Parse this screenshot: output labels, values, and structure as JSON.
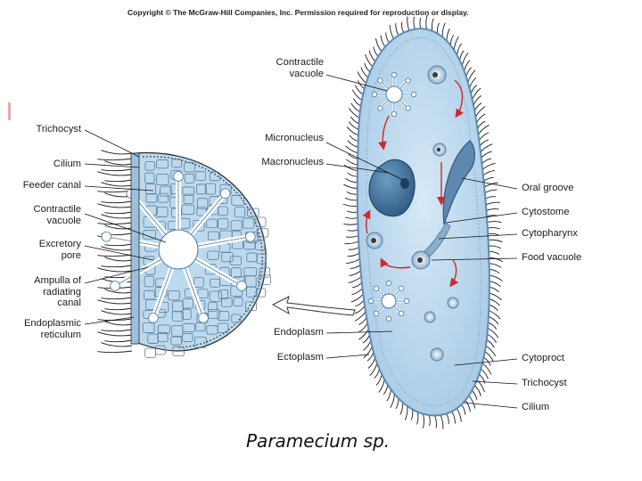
{
  "copyright": "Copyright © The McGraw-Hill Companies, Inc. Permission required for reproduction or display.",
  "caption": "Paramecium sp.",
  "labels": {
    "trichocyst_left": "Trichocyst",
    "cilium_left": "Cilium",
    "feeder_canal": "Feeder canal",
    "contractile_vacuole_left": [
      "Contractile",
      "vacuole"
    ],
    "excretory_pore": [
      "Excretory",
      "pore"
    ],
    "ampulla": [
      "Ampulla of",
      "radiating",
      "canal"
    ],
    "endoplasmic_reticulum": [
      "Endoplasmic",
      "reticulum"
    ],
    "contractile_vacuole_top": [
      "Contractile",
      "vacuole"
    ],
    "micronucleus": "Micronucleus",
    "macronucleus": "Macronucleus",
    "endoplasm": "Endoplasm",
    "ectoplasm": "Ectoplasm",
    "oral_groove": "Oral groove",
    "cytostome": "Cytostome",
    "cytopharynx": "Cytopharynx",
    "food_vacuole": "Food vacuole",
    "cytoproct": "Cytoproct",
    "trichocyst_right": "Trichocyst",
    "cilium_right": "Cilium"
  },
  "colors": {
    "cell_fill": "#c2dcef",
    "cell_edge": "#6f98bd",
    "nucleus": "#3d6f9a",
    "arrow_red": "#d0282b",
    "leader": "#111111"
  }
}
